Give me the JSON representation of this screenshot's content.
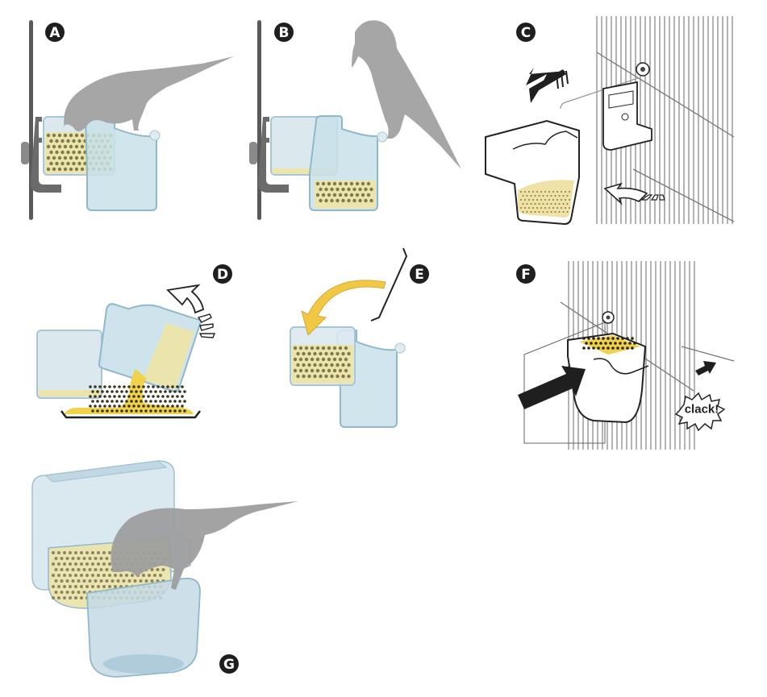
{
  "diagram": {
    "type": "product-instruction-steps",
    "subject": "bird seed feeder",
    "colors": {
      "badge": "#1f1f1f",
      "bird": "#a6a6a6",
      "cage_bar": "#4a4a4a",
      "container": "#cfe3ec",
      "container_edge": "#8fb9cb",
      "seed_fill": "#ece4ad",
      "seed_dot": "#7d7a4c",
      "pour_seed": "#f0d34a",
      "arrow_yellow": "#f2c744",
      "arrow_dark": "#1f1f1f",
      "line_art": "#222222"
    },
    "panels": [
      {
        "id": "A",
        "label": "A",
        "description": "Bird eating from filled front tray of feeder mounted on cage wall"
      },
      {
        "id": "B",
        "label": "B",
        "description": "Seed dropped into lower tray, bird perched on rim"
      },
      {
        "id": "C",
        "label": "C",
        "description": "Removing feeder from cage bracket (line drawing)"
      },
      {
        "id": "D",
        "label": "D",
        "description": "Tilting container to empty seed into tray"
      },
      {
        "id": "E",
        "label": "E",
        "description": "Refilling the container"
      },
      {
        "id": "F",
        "label": "F",
        "description": "Pushing feeder back into bracket",
        "callout": "clack!"
      },
      {
        "id": "G",
        "label": "G",
        "description": "3D view of assembled feeder with bird eating"
      }
    ]
  }
}
